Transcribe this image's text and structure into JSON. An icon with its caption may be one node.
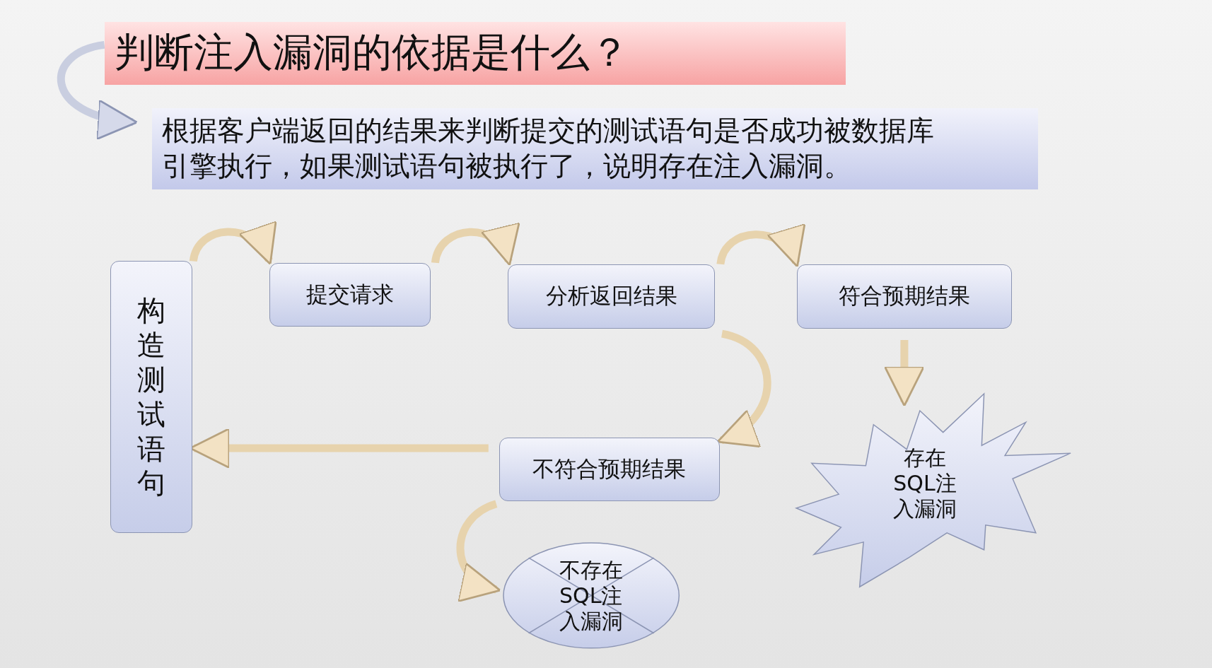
{
  "diagram": {
    "nodes": [
      {
        "text": [
          "判断注入漏洞的依据是什么？"
        ]
      },
      {
        "text": [
          "根据客户端返回的结果来判断提交的测试语句是否成功被数据库引擎执行，如果测试语句被执行了，说明存在注入漏洞。"
        ]
      },
      {
        "text": [
          "构造测试语句"
        ]
      },
      {
        "text": [
          "提交请求"
        ]
      },
      {
        "text": [
          "分析返回结果"
        ]
      },
      {
        "text": [
          "符合预期结果"
        ]
      },
      {
        "text": [
          "不符合预期结果"
        ]
      },
      {
        "text": [
          "不存在SQL注入漏洞"
        ]
      },
      {
        "text": [
          "存在SQL注入漏洞"
        ]
      }
    ],
    "edges": [
      {
        "from": 0,
        "to": 1,
        "arrow": "to"
      },
      {
        "from": 2,
        "to": 3,
        "arrow": "to"
      },
      {
        "from": 3,
        "to": 4,
        "arrow": "to"
      },
      {
        "from": 4,
        "to": 5,
        "arrow": "to"
      },
      {
        "from": 4,
        "to": 6,
        "arrow": "to"
      },
      {
        "from": 6,
        "to": 2,
        "arrow": "to"
      },
      {
        "from": 6,
        "to": 7,
        "arrow": "to"
      },
      {
        "from": 5,
        "to": 8,
        "arrow": "to"
      }
    ]
  }
}
